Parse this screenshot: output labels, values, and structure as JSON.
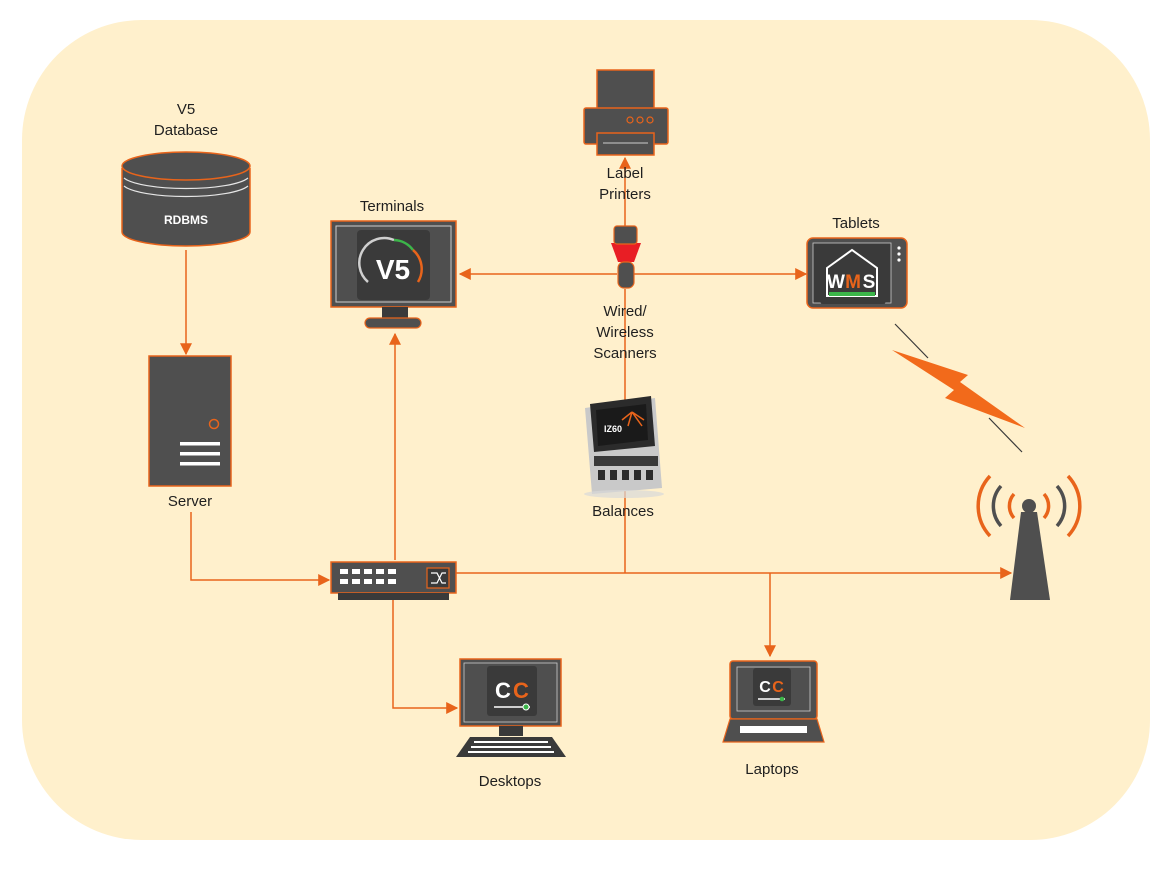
{
  "labels": {
    "database": [
      "V5",
      "Database"
    ],
    "database_inner": "RDBMS",
    "server": "Server",
    "terminals": "Terminals",
    "terminal_logo": "V5",
    "label_printers": [
      "Label",
      "Printers"
    ],
    "scanners": [
      "Wired/",
      "Wireless",
      "Scanners"
    ],
    "tablets": "Tablets",
    "tablet_logo_w": "W",
    "tablet_logo_m": "M",
    "tablet_logo_s": "S",
    "balances": "Balances",
    "balance_brand": "IZ60",
    "desktops": "Desktops",
    "laptops": "Laptops",
    "cc_left": "C",
    "cc_right": "C"
  },
  "colors": {
    "background_panel": "#fff0cc",
    "accent": "#e8641b",
    "device_dark": "#4f4f4f",
    "device_darker": "#3a3a3a",
    "connector": "#e8641b",
    "green": "#3cb54a"
  },
  "icons": {
    "database": "database-cylinder-icon",
    "server": "server-tower-icon",
    "switch": "network-switch-icon",
    "printer": "printer-icon",
    "scanner": "barcode-scanner-icon",
    "terminal": "monitor-icon",
    "tablet": "tablet-icon",
    "balance": "weighing-terminal-icon",
    "desktop": "desktop-computer-icon",
    "laptop": "laptop-icon",
    "antenna": "wireless-antenna-icon",
    "lightning": "wireless-signal-bolt-icon"
  }
}
